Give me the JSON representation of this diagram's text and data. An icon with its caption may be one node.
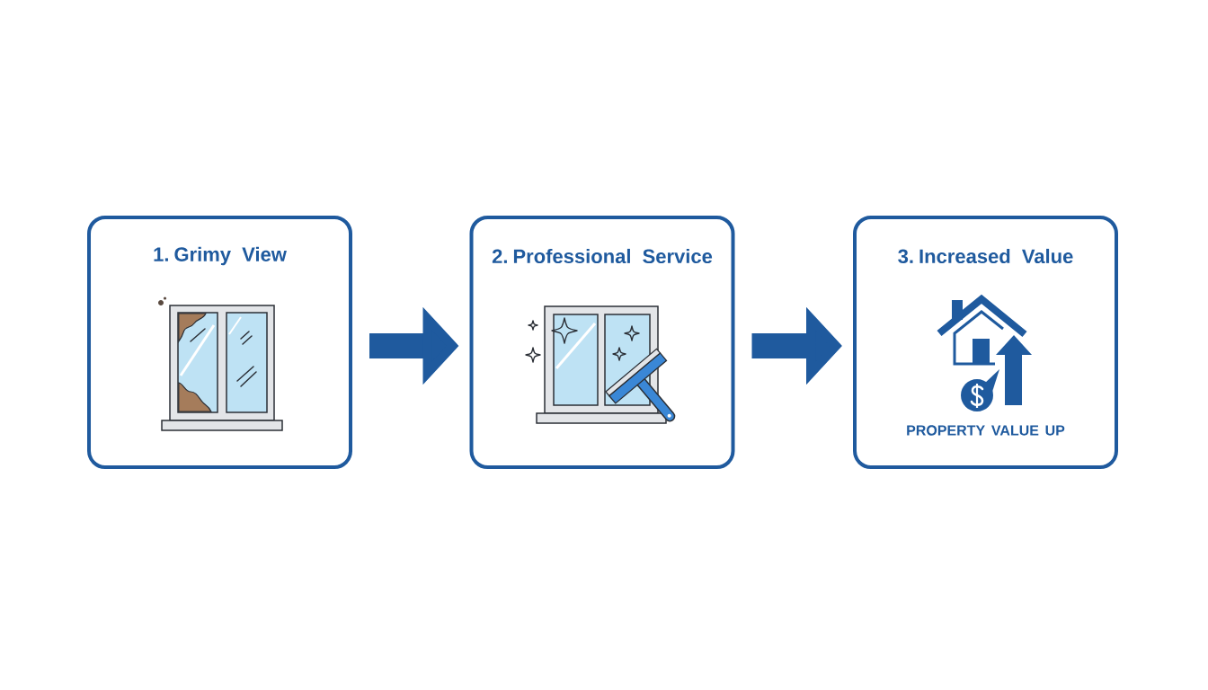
{
  "diagram": {
    "nodes": [
      {
        "text": [
          "1. Grimy View"
        ]
      },
      {
        "text": [
          "2. Professional Service"
        ]
      },
      {
        "text": [
          "3. Increased Value",
          "PROPERTY VALUE UP"
        ]
      }
    ],
    "edges": [
      {
        "from": 0,
        "to": 1,
        "arrow": "to"
      },
      {
        "from": 1,
        "to": 2,
        "arrow": "to"
      }
    ]
  }
}
